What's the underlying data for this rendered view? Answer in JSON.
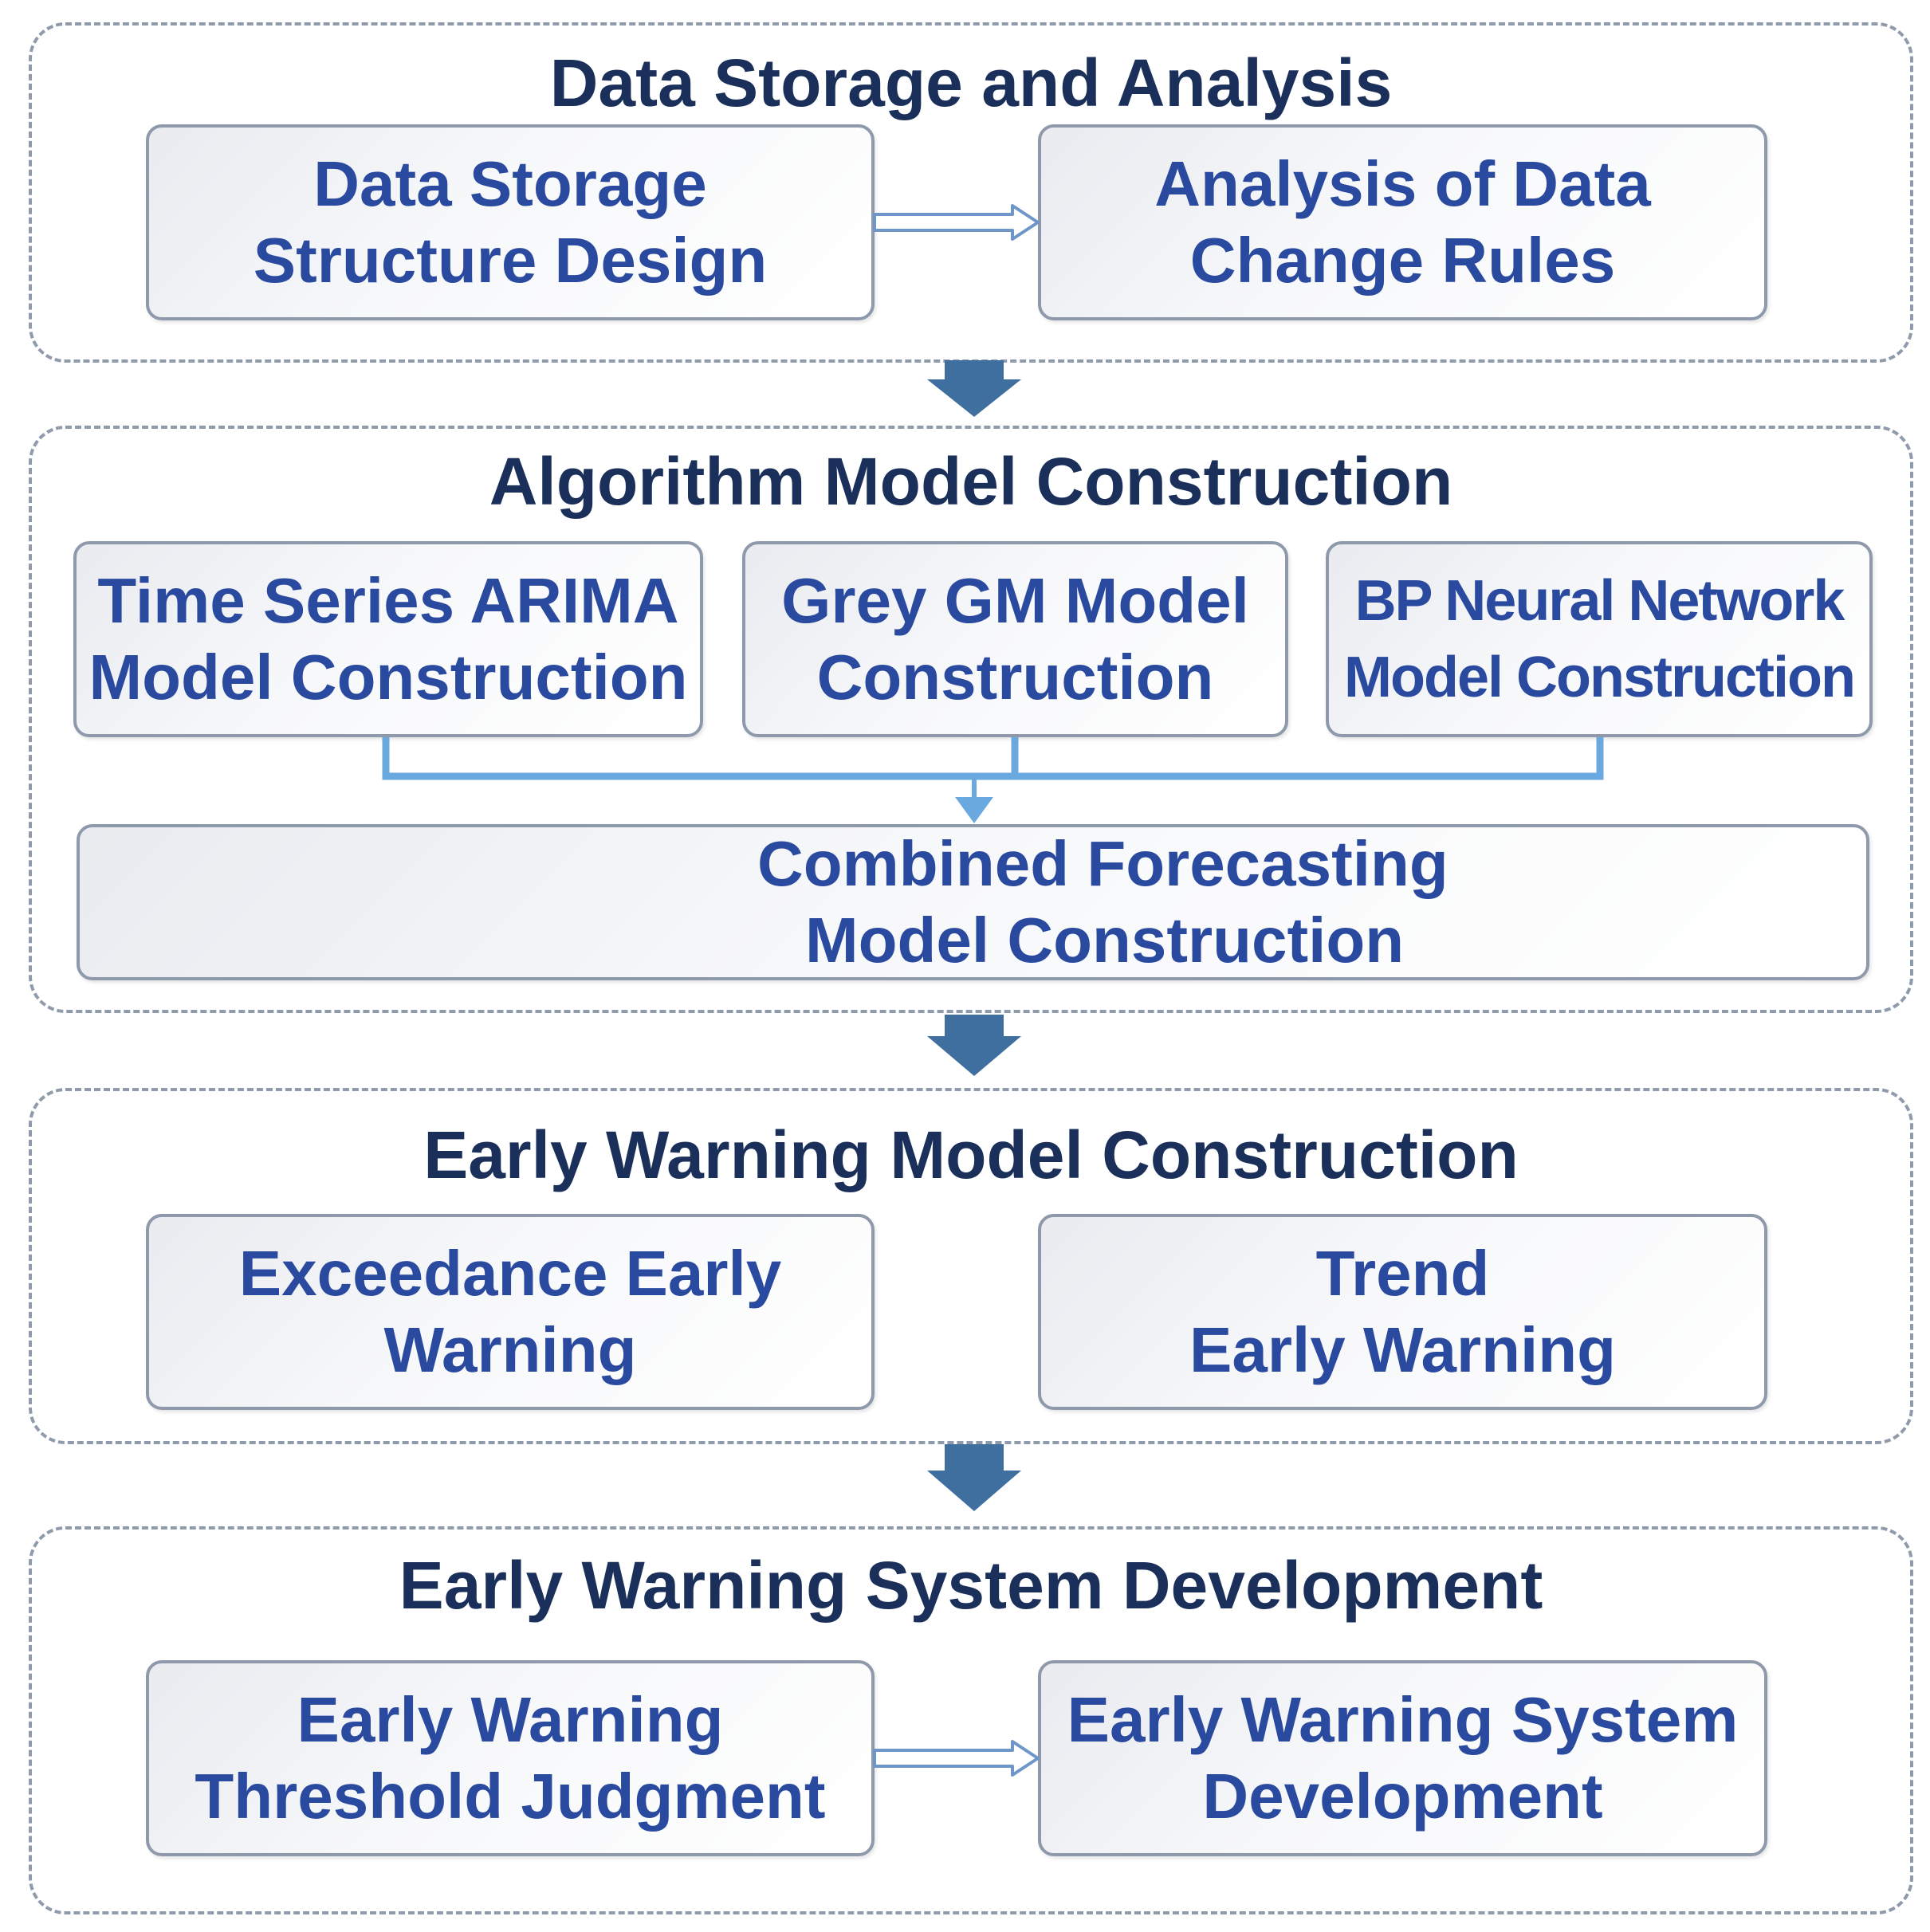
{
  "sections": [
    {
      "title": "Data Storage and Analysis",
      "boxes": [
        {
          "lines": [
            "Data Storage",
            "Structure Design"
          ]
        },
        {
          "lines": [
            "Analysis of Data",
            "Change Rules"
          ]
        }
      ]
    },
    {
      "title": "Algorithm Model Construction",
      "boxes": [
        {
          "lines": [
            "Time Series ARIMA",
            "Model Construction"
          ]
        },
        {
          "lines": [
            "Grey GM Model",
            "Construction"
          ]
        },
        {
          "lines": [
            "BP Neural Network",
            "Model Construction"
          ]
        },
        {
          "lines": [
            "Combined Forecasting",
            "Model Construction"
          ]
        }
      ]
    },
    {
      "title": "Early Warning Model Construction",
      "boxes": [
        {
          "lines": [
            "Exceedance Early",
            "Warning"
          ]
        },
        {
          "lines": [
            "Trend",
            "Early Warning"
          ]
        }
      ]
    },
    {
      "title": "Early Warning System Development",
      "boxes": [
        {
          "lines": [
            "Early Warning",
            "Threshold Judgment"
          ]
        },
        {
          "lines": [
            "Early Warning System",
            "Development"
          ]
        }
      ]
    }
  ],
  "colors": {
    "title_text": "#1a2f5a",
    "box_text": "#2a4aa0",
    "box_border": "#8e9aac",
    "dashed_border": "#8f9aab",
    "flow_arrow": "#3f6f9f",
    "connector": "#6aa8e0"
  }
}
